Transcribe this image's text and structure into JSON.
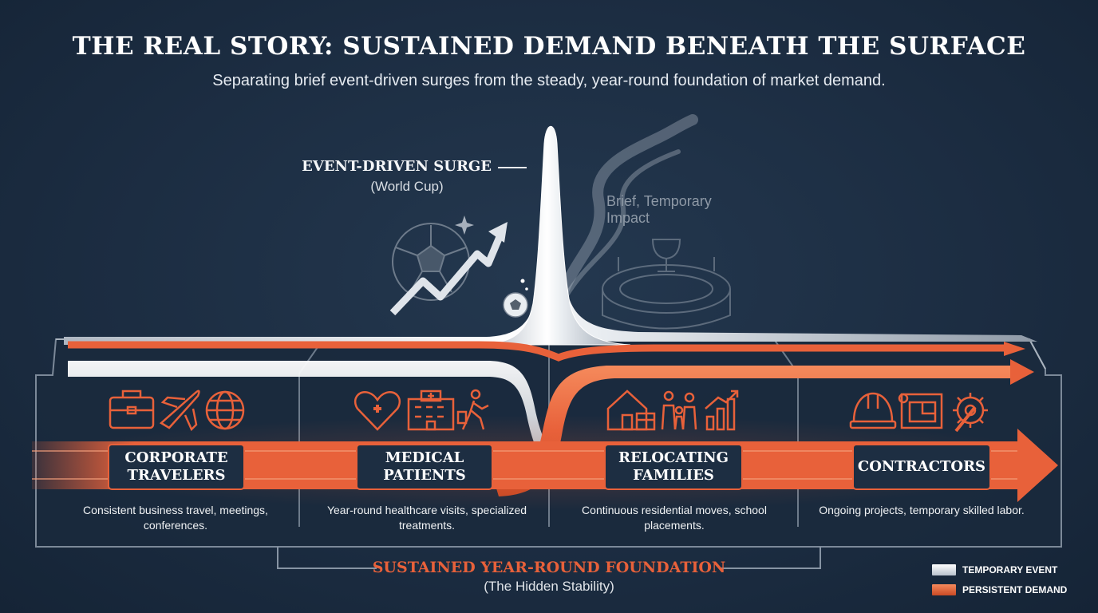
{
  "title": "THE REAL STORY: SUSTAINED DEMAND BENEATH THE SURFACE",
  "subtitle": "Separating brief event-driven surges from the steady, year-round foundation of market demand.",
  "surge": {
    "label": "EVENT-DRIVEN SURGE",
    "sublabel": "(World Cup)",
    "impact": "Brief, Temporary Impact"
  },
  "segments": [
    {
      "name": "CORPORATE TRAVELERS",
      "description": "Consistent business travel, meetings, conferences.",
      "icons": [
        "briefcase-icon",
        "airplane-icon",
        "globe-icon"
      ]
    },
    {
      "name": "MEDICAL PATIENTS",
      "description": "Year-round healthcare visits, specialized treatments.",
      "icons": [
        "heart-cross-icon",
        "hospital-icon",
        "walking-person-icon"
      ]
    },
    {
      "name": "RELOCATING FAMILIES",
      "description": "Continuous residential moves, school placements.",
      "icons": [
        "house-box-icon",
        "family-icon",
        "rising-bars-icon"
      ]
    },
    {
      "name": "CONTRACTORS",
      "description": "Ongoing projects, temporary skilled labor.",
      "icons": [
        "hard-hat-icon",
        "blueprint-icon",
        "gear-wrench-icon"
      ]
    }
  ],
  "foundation": {
    "label": "SUSTAINED YEAR-ROUND FOUNDATION",
    "sublabel": "(The Hidden Stability)"
  },
  "legend": [
    {
      "label": "TEMPORARY EVENT",
      "color": "#e8ecf0"
    },
    {
      "label": "PERSISTENT DEMAND",
      "color": "#e8613a"
    }
  ],
  "colors": {
    "background": "#1b2c40",
    "accent": "#e8613a",
    "event": "#e8ecf0",
    "panel": "#1d2e42"
  }
}
